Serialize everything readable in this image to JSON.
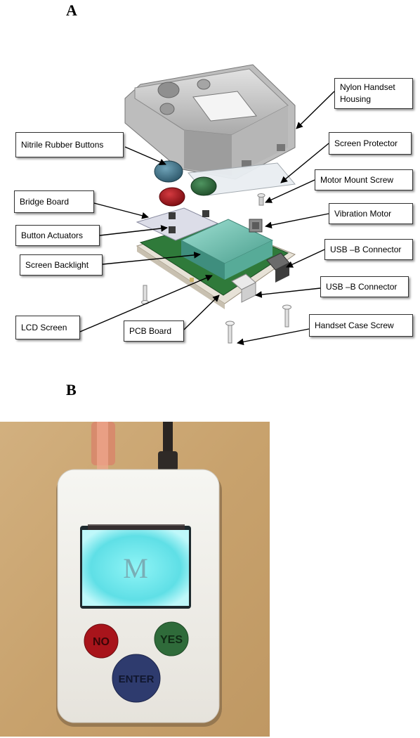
{
  "panels": {
    "a": {
      "letter": "A"
    },
    "b": {
      "letter": "B"
    }
  },
  "labels": {
    "nylon_handset_housing": "Nylon Handset Housing",
    "nitrile_rubber_buttons": "Nitrile Rubber Buttons",
    "screen_protector": "Screen Protector",
    "motor_mount_screw": "Motor Mount Screw",
    "bridge_board": "Bridge Board",
    "vibration_motor": "Vibration Motor",
    "button_actuators": "Button Actuators",
    "usb_b_connector_1": "USB –B Connector",
    "screen_backlight": "Screen Backlight",
    "usb_b_connector_2": "USB –B Connector",
    "lcd_screen": "LCD Screen",
    "pcb_board": "PCB Board",
    "handset_case_screw": "Handset Case Screw"
  },
  "device_photo": {
    "screen_text": "M",
    "button_no": "NO",
    "button_yes": "YES",
    "button_enter": "ENTER"
  },
  "colors": {
    "button_blue": "#3d6f86",
    "button_red": "#a8141b",
    "button_green": "#2f6b3a",
    "screen_cyan": "#6fe6ea",
    "pcb_green": "#2f7a3a",
    "wood_background": "#c9a574"
  }
}
